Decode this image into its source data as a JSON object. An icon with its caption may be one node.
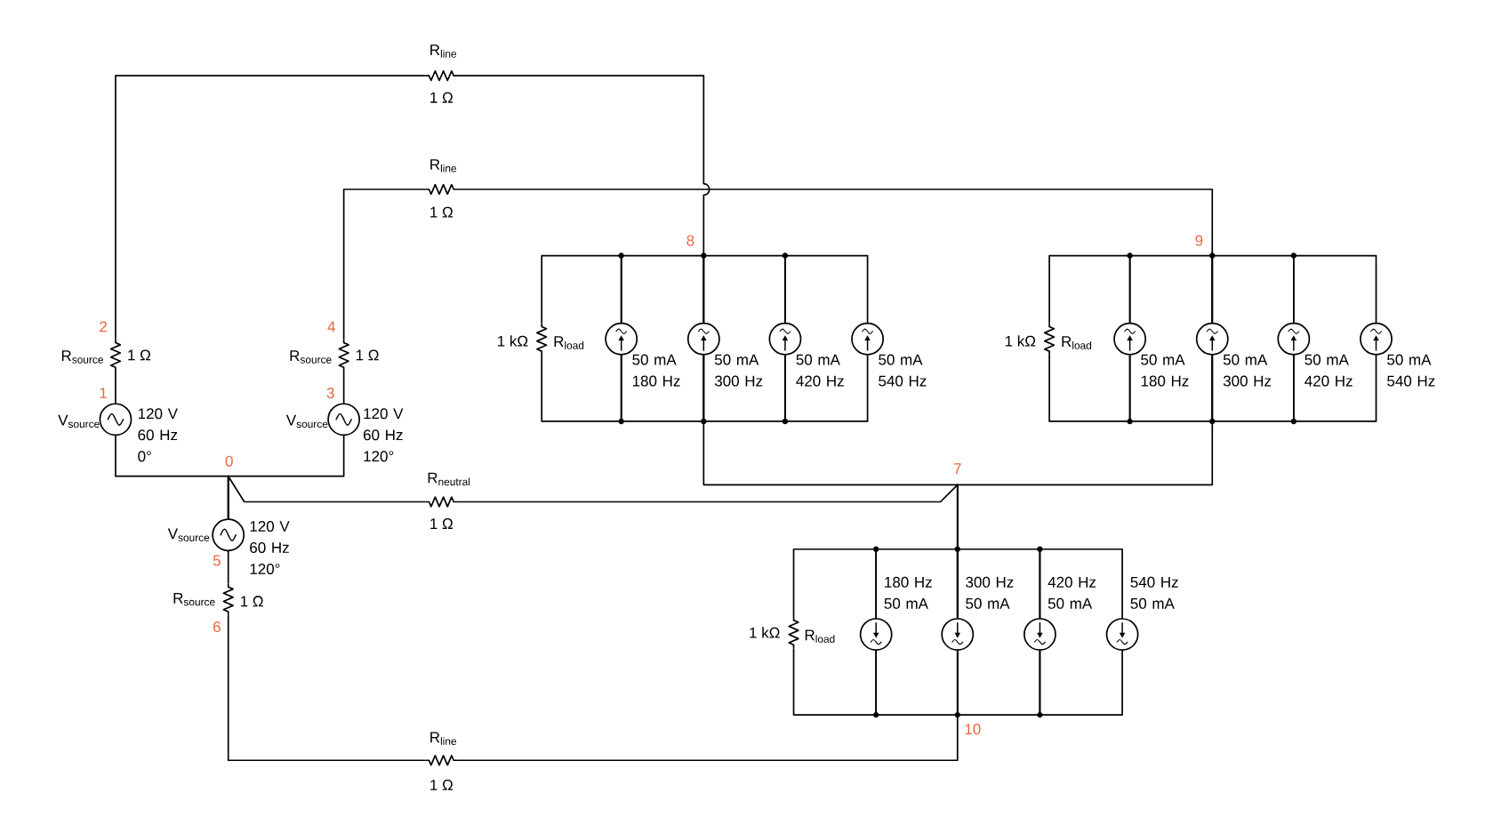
{
  "diagram": {
    "nodes": [
      {
        "text": [
          "R$_{source}$",
          "1 Ω"
        ]
      },
      {
        "text": [
          "V$_{source}$",
          "120 V 60 Hz 0°"
        ]
      },
      {
        "text": [
          "R$_{source}$",
          "1 Ω"
        ]
      },
      {
        "text": [
          "V$_{source}$",
          "120 V 60 Hz 120°"
        ]
      },
      {
        "text": [
          "V$_{source}$",
          "120 V 60 Hz 120°"
        ]
      },
      {
        "text": [
          "R$_{source}$",
          "1 Ω"
        ]
      },
      {
        "text": [
          "R$_{line}$",
          "1 Ω"
        ]
      },
      {
        "text": [
          "R$_{line}$",
          "1 Ω"
        ]
      },
      {
        "text": [
          "R$_{neutral}$",
          "1 Ω"
        ]
      },
      {
        "text": [
          "R$_{line}$",
          "1 Ω"
        ]
      },
      {
        "text": [
          "1 kΩ",
          "R$_{load}$"
        ]
      },
      {
        "text": [
          "50 mA 180 Hz"
        ]
      },
      {
        "text": [
          "50 mA 300 Hz"
        ]
      },
      {
        "text": [
          "50 mA 420 Hz"
        ]
      },
      {
        "text": [
          "50 mA 540 Hz"
        ]
      },
      {
        "text": [
          "1 kΩ",
          "R$_{load}$"
        ]
      },
      {
        "text": [
          "50 mA 180 Hz"
        ]
      },
      {
        "text": [
          "50 mA 300 Hz"
        ]
      },
      {
        "text": [
          "50 mA 420 Hz"
        ]
      },
      {
        "text": [
          "50 mA 540 Hz"
        ]
      },
      {
        "text": [
          "1 kΩ",
          "R$_{load}$"
        ]
      },
      {
        "text": [
          "180 Hz 50 mA"
        ]
      },
      {
        "text": [
          "300 Hz 50 mA"
        ]
      },
      {
        "text": [
          "420 Hz 50 mA"
        ]
      },
      {
        "text": [
          "540 Hz 50 mA"
        ]
      }
    ],
    "edges": [
      {
        "from": 1,
        "to": 0,
        "arrow": "none"
      },
      {
        "from": 0,
        "to": 6,
        "arrow": "none"
      },
      {
        "from": 6,
        "to": 12,
        "arrow": "none"
      },
      {
        "from": 3,
        "to": 2,
        "arrow": "none"
      },
      {
        "from": 2,
        "to": 7,
        "arrow": "none"
      },
      {
        "from": 7,
        "to": 17,
        "arrow": "none"
      },
      {
        "from": 1,
        "to": 4,
        "arrow": "none"
      },
      {
        "from": 3,
        "to": 4,
        "arrow": "none"
      },
      {
        "from": 4,
        "to": 8,
        "arrow": "none"
      },
      {
        "from": 4,
        "to": 5,
        "arrow": "none"
      },
      {
        "from": 5,
        "to": 9,
        "arrow": "none"
      },
      {
        "from": 9,
        "to": 22,
        "arrow": "none"
      },
      {
        "from": 8,
        "to": 22,
        "arrow": "none"
      },
      {
        "from": 12,
        "to": 22,
        "arrow": "none"
      },
      {
        "from": 17,
        "to": 22,
        "arrow": "none"
      },
      {
        "from": 10,
        "to": 11,
        "arrow": "none"
      },
      {
        "from": 10,
        "to": 11,
        "arrow": "none"
      },
      {
        "from": 11,
        "to": 12,
        "arrow": "none"
      },
      {
        "from": 11,
        "to": 12,
        "arrow": "none"
      },
      {
        "from": 12,
        "to": 13,
        "arrow": "none"
      },
      {
        "from": 12,
        "to": 13,
        "arrow": "none"
      },
      {
        "from": 13,
        "to": 14,
        "arrow": "none"
      },
      {
        "from": 13,
        "to": 14,
        "arrow": "none"
      },
      {
        "from": 15,
        "to": 16,
        "arrow": "none"
      },
      {
        "from": 15,
        "to": 16,
        "arrow": "none"
      },
      {
        "from": 16,
        "to": 17,
        "arrow": "none"
      },
      {
        "from": 16,
        "to": 17,
        "arrow": "none"
      },
      {
        "from": 17,
        "to": 18,
        "arrow": "none"
      },
      {
        "from": 17,
        "to": 18,
        "arrow": "none"
      },
      {
        "from": 18,
        "to": 19,
        "arrow": "none"
      },
      {
        "from": 18,
        "to": 19,
        "arrow": "none"
      },
      {
        "from": 20,
        "to": 21,
        "arrow": "none"
      },
      {
        "from": 20,
        "to": 21,
        "arrow": "none"
      },
      {
        "from": 21,
        "to": 22,
        "arrow": "none"
      },
      {
        "from": 21,
        "to": 22,
        "arrow": "none"
      },
      {
        "from": 22,
        "to": 23,
        "arrow": "none"
      },
      {
        "from": 22,
        "to": 23,
        "arrow": "none"
      },
      {
        "from": 23,
        "to": 24,
        "arrow": "none"
      },
      {
        "from": 23,
        "to": 24,
        "arrow": "none"
      }
    ],
    "labels": [
      "8",
      "9",
      "2",
      "4",
      "1",
      "3",
      "0",
      "7",
      "5",
      "6",
      "10"
    ]
  }
}
